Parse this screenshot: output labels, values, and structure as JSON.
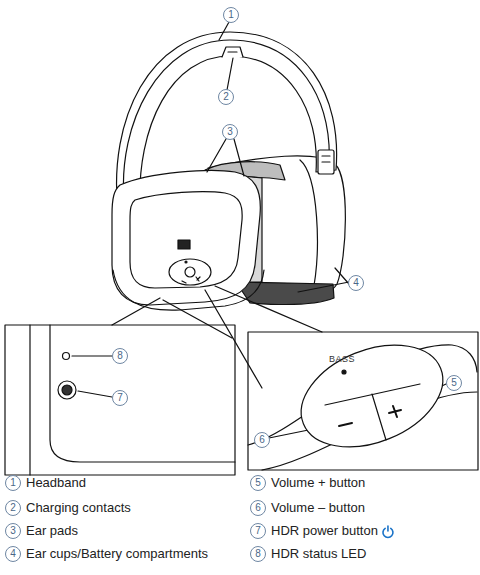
{
  "diagram": {
    "labels": [
      "1",
      "2",
      "3",
      "4",
      "5",
      "6",
      "7",
      "8",
      "BASS",
      "1",
      "Headband",
      "2",
      "Charging contacts",
      "3",
      "Ear pads",
      "4",
      "Ear cups/Battery compartments",
      "5",
      "Volume + button",
      "6",
      "Volume – button",
      "7",
      "HDR power button",
      "8",
      "HDR status LED"
    ]
  }
}
